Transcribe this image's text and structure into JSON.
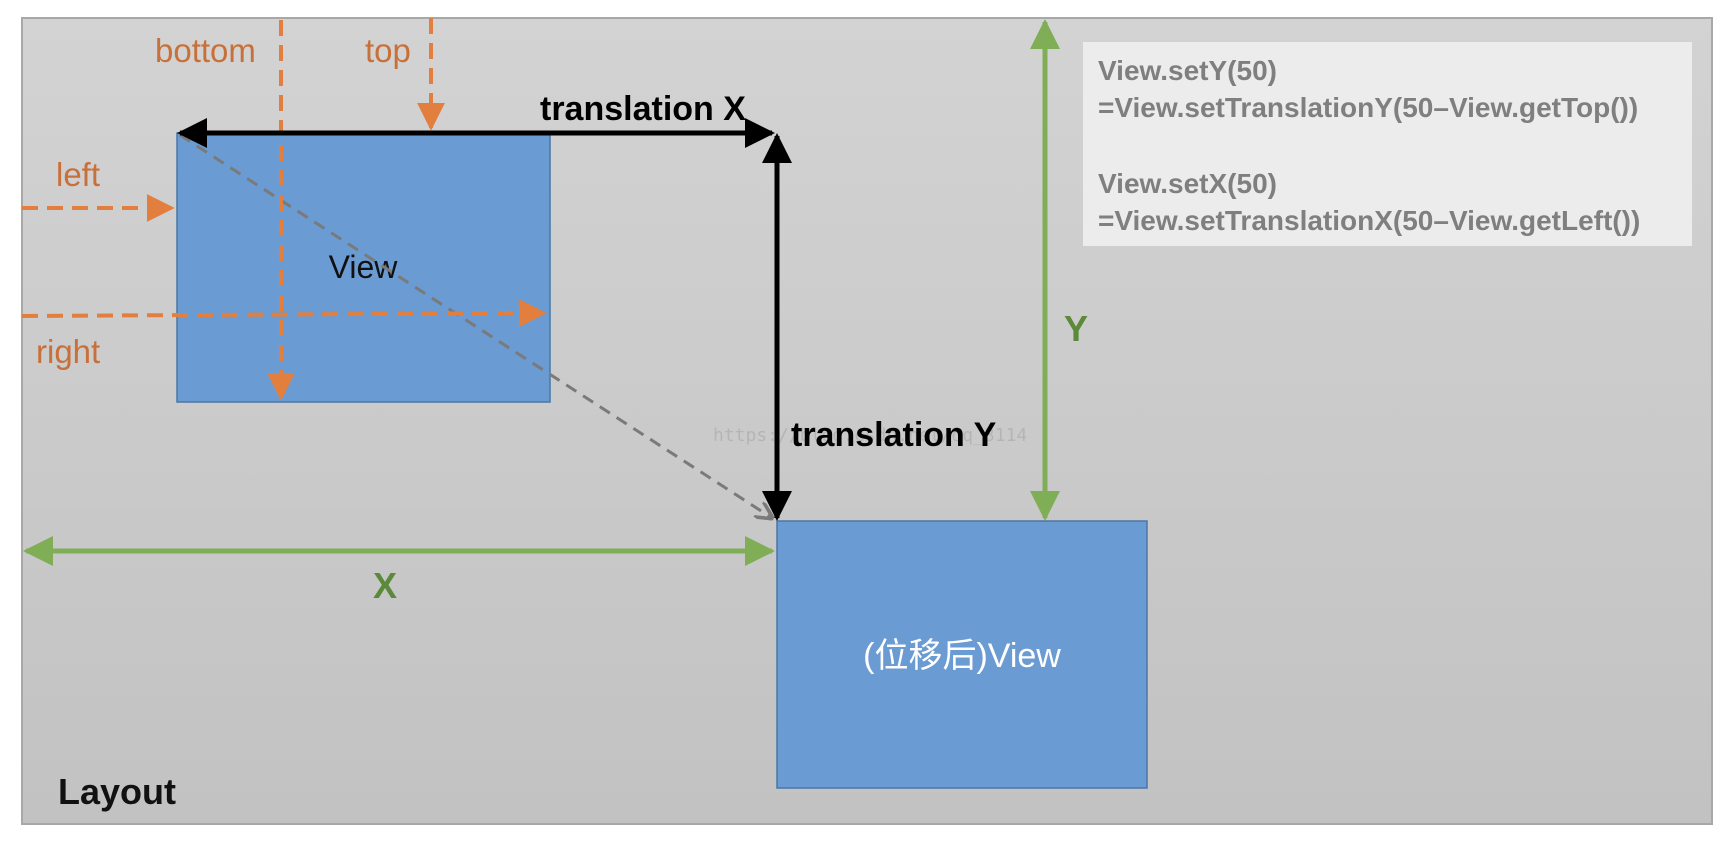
{
  "diagram": {
    "layout_label": "Layout",
    "view_label": "View",
    "moved_view_label": "(位移后)View",
    "orange_labels": {
      "bottom": "bottom",
      "top": "top",
      "left": "left",
      "right": "right"
    },
    "black_labels": {
      "translation_x": "translation X",
      "translation_y": "translation Y"
    },
    "green_labels": {
      "x": "X",
      "y": "Y"
    },
    "watermark": "https://blog.csdn.net/qq_3114",
    "code_note": [
      "View.setY(50)",
      "=View.setTranslationY(50–View.getTop())",
      "",
      "View.setX(50)",
      "=View.setTranslationX(50–View.getLeft())"
    ]
  },
  "colors": {
    "view_fill": "#6a9bd2",
    "view_stroke": "#4a76a8",
    "orange": "#e37f3e",
    "orange_text": "#c8703a",
    "green": "#7fae57",
    "green_text": "#5a8a3a",
    "black": "#000000",
    "dashed_gray": "#7a7a7a",
    "note_bg": "#ececec",
    "note_text": "#7f7f7f"
  }
}
